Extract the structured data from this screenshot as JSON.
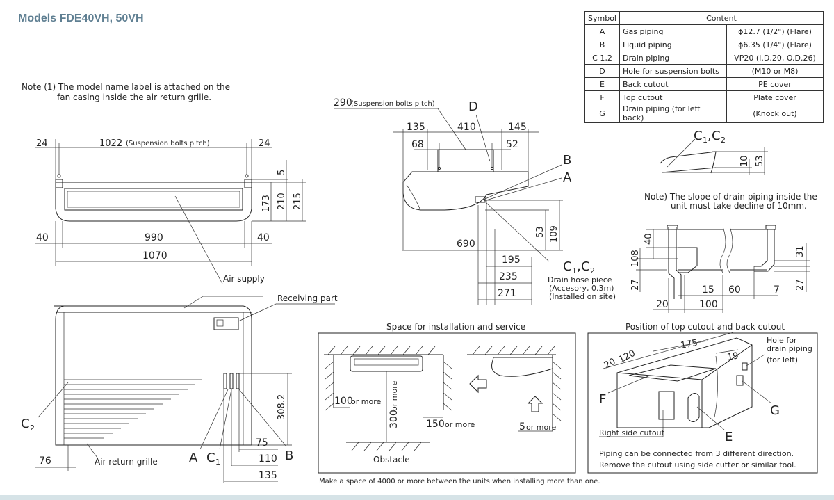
{
  "title": "Models  FDE40VH, 50VH",
  "note1": {
    "line1": "Note (1) The model name label is attached on the",
    "line2": "fan casing inside the air return grille."
  },
  "symbol_table": {
    "header_symbol": "Symbol",
    "header_content": "Content",
    "rows": [
      {
        "symbol": "A",
        "name": "Gas piping",
        "value": "ϕ12.7 (1/2\") (Flare)"
      },
      {
        "symbol": "B",
        "name": "Liquid piping",
        "value": "ϕ6.35 (1/4\") (Flare)"
      },
      {
        "symbol": "C 1,2",
        "name": "Drain piping",
        "value": "VP20 (I.D.20, O.D.26)"
      },
      {
        "symbol": "D",
        "name": "Hole for suspension bolts",
        "value": "(M10 or M8)"
      },
      {
        "symbol": "E",
        "name": "Back cutout",
        "value": "PE cover"
      },
      {
        "symbol": "F",
        "name": "Top cutout",
        "value": "Plate cover"
      },
      {
        "symbol": "G",
        "name": "Drain piping  (for left back)",
        "value": "(Knock out)"
      }
    ]
  },
  "front_view": {
    "dim_24_left": "24",
    "dim_1022": "1022",
    "dim_1022_note": "(Suspension bolts pitch)",
    "dim_24_right": "24",
    "dim_5": "5",
    "dim_173": "173",
    "dim_210": "210",
    "dim_215": "215",
    "dim_40_left": "40",
    "dim_990": "990",
    "dim_40_right": "40",
    "dim_1070": "1070"
  },
  "bottom_view": {
    "air_supply": "Air supply",
    "receiving_part": "Receiving part",
    "dim_308": "308.2",
    "c2_label": "C",
    "c2_sub": "2",
    "dim_76": "76",
    "air_return_grille": "Air return grille",
    "label_a": "A",
    "label_c1": "C",
    "label_c1_sub": "1",
    "label_b": "B",
    "dim_75": "75",
    "dim_110": "110",
    "dim_135": "135"
  },
  "side_view": {
    "dim_290": "290",
    "dim_290_note": "(Suspension bolts pitch)",
    "label_d": "D",
    "dim_135": "135",
    "dim_410": "410",
    "dim_145": "145",
    "dim_68": "68",
    "dim_52": "52",
    "label_b": "B",
    "label_a": "A",
    "dim_53": "53",
    "dim_109": "109",
    "dim_690": "690",
    "dim_195": "195",
    "dim_235": "235",
    "dim_271": "271",
    "c1c2": "C",
    "c1_sub": "1",
    "c2_sub": "2",
    "drain_hose_1": "Drain hose piece",
    "drain_hose_2": "(Accesory, 0.3m)",
    "drain_hose_3": "(Installed on site)"
  },
  "drain_detail": {
    "c1c2": "C",
    "c1_sub": "1",
    "c2_sub": "2",
    "dim_10": "10",
    "dim_53": "53",
    "note_line1": "Note) The slope of drain piping inside the",
    "note_line2": "unit must take decline of 10mm.",
    "dim_40": "40",
    "dim_108": "108",
    "dim_27_left": "27",
    "dim_15": "15",
    "dim_20": "20",
    "dim_100": "100",
    "dim_60": "60",
    "dim_7": "7",
    "dim_31": "31",
    "dim_27_right": "27"
  },
  "service_space": {
    "title": "Space for installation and service",
    "dim_100": "100",
    "dim_100_note": "or more",
    "dim_300": "300",
    "dim_300_note": "or more",
    "dim_150": "150",
    "dim_150_note": "or more",
    "dim_5": "5",
    "dim_5_note": "or more",
    "obstacle": "Obstacle",
    "footnote": "Make a space of 4000 or more between the units when installing more than one."
  },
  "cutout_view": {
    "title": "Position of top cutout and back cutout",
    "dim_20": "20",
    "dim_120": "120",
    "dim_175": "175",
    "dim_19": "19",
    "hole_1": "Hole for",
    "hole_2": "drain piping",
    "hole_3": "(for left)",
    "label_f": "F",
    "label_g": "G",
    "label_e": "E",
    "right_side_cutout": "Right side cutout",
    "note_line1": "Piping can be connected from 3 different direction.",
    "note_line2": "Remove the cutout using side cutter or similar tool."
  }
}
